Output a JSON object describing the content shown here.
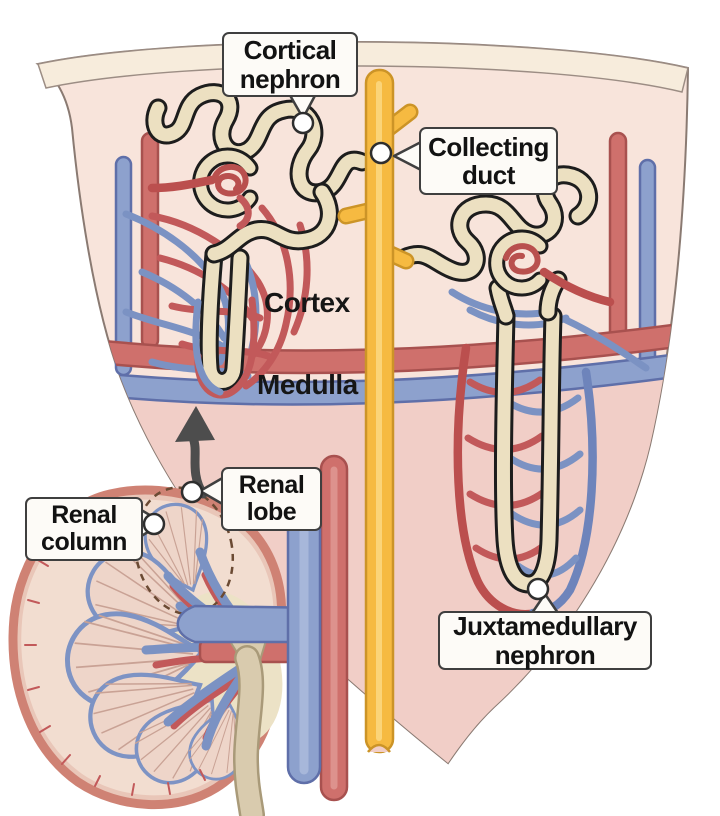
{
  "callouts": {
    "cortical_nephron": {
      "label": "Cortical nephron"
    },
    "collecting_duct": {
      "label": "Collecting duct"
    },
    "renal_column": {
      "label": "Renal column"
    },
    "renal_lobe": {
      "label": "Renal lobe"
    },
    "juxtamedullary_nephron": {
      "label": "Juxtamedullary nephron"
    }
  },
  "region_labels": {
    "cortex": "Cortex",
    "medulla": "Medulla"
  },
  "colors": {
    "artery_stroke": "#a8514f",
    "artery_fill": "#cf706c",
    "vein_stroke": "#5f6fa9",
    "vein_fill": "#8da1cd",
    "collecting_duct_fill": "#f6ba41",
    "collecting_duct_stroke": "#cc9427",
    "tubule_fill": "#ece0c1",
    "tubule_outline": "#1d1d1d",
    "cortex_bg": "#f8e4db",
    "medulla_bg": "#f1cec7",
    "capsule_band": "#f7ecdc",
    "kidney_capsule": "#cf8274",
    "kidney_parenchyma": "#f2ddd0",
    "renal_sinus": "#ece2c6",
    "ureter": "#d9cbae",
    "label_bg": "#fdfbf7",
    "label_border": "#3f3f3f",
    "arrow": "#4d4d4d"
  }
}
